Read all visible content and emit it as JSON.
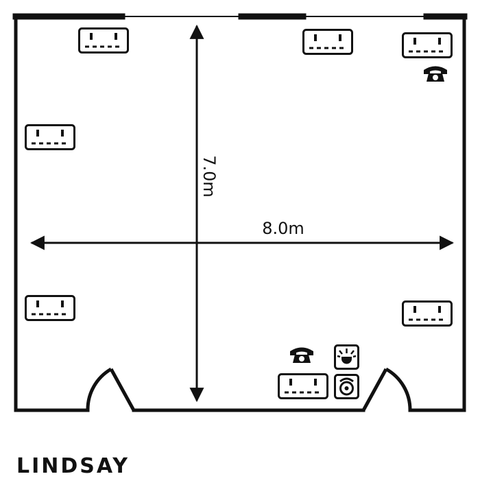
{
  "floorplan": {
    "room_name": "LINDSAY",
    "width_label": "8.0m",
    "length_label": "7.0m",
    "icons": {
      "socket": "double-power-socket-icon",
      "phone": "telephone-point-icon",
      "light": "light-switch-icon",
      "dimmer": "dimmer-control-icon"
    },
    "colors": {
      "ink": "#111111",
      "paper": "#ffffff"
    }
  }
}
